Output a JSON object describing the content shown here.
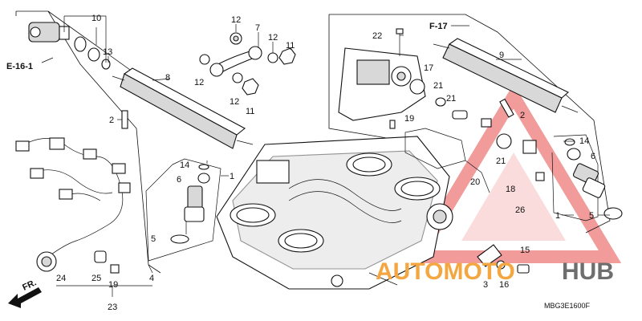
{
  "reference_labels": {
    "e16": "E-16-1",
    "f17": "F-17",
    "front": "FR."
  },
  "part_numbers": {
    "p1a": "1",
    "p1b": "1",
    "p2a": "2",
    "p2b": "2",
    "p3": "3",
    "p4": "4",
    "p5a": "5",
    "p5b": "5",
    "p6a": "6",
    "p6b": "6",
    "p7": "7",
    "p8": "8",
    "p9": "9",
    "p10": "10",
    "p11a": "11",
    "p11b": "11",
    "p12a": "12",
    "p12b": "12",
    "p12c": "12",
    "p12d": "12",
    "p13": "13",
    "p14a": "14",
    "p14b": "14",
    "p15": "15",
    "p16": "16",
    "p17": "17",
    "p18": "18",
    "p19a": "19",
    "p19b": "19",
    "p20": "20",
    "p21a": "21",
    "p21b": "21",
    "p21c": "21",
    "p22": "22",
    "p23": "23",
    "p24": "24",
    "p25": "25",
    "p26": "26"
  },
  "diagram_code": "MBG3E1600F",
  "watermark": {
    "part_a": "AUTOMOTO",
    "part_b": "HUB",
    "accent_color": "#f4a640",
    "dark_color": "#6e6e6e",
    "triangle_color": "#e84a4a"
  }
}
